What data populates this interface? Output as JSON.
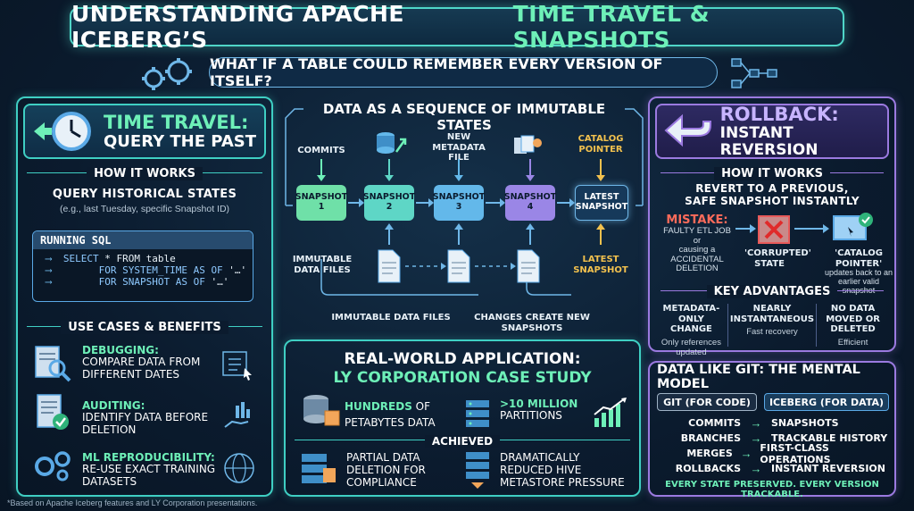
{
  "title": {
    "part1": "UNDERSTANDING APACHE ICEBERG’S",
    "part2": "TIME TRAVEL & SNAPSHOTS"
  },
  "subtitle": "WHAT IF  A TABLE COULD REMEMBER EVERY VERSION OF ITSELF?",
  "time_travel": {
    "heading1": "TIME TRAVEL:",
    "heading2": "QUERY THE PAST",
    "how_it_works": "HOW IT WORKS",
    "query_title": "QUERY HISTORICAL STATES",
    "query_example": "(e.g., last Tuesday, specific Snapshot ID)",
    "code_header": "RUNNING SQL",
    "code": {
      "l1_kw": "SELECT",
      "l1_rest": " * FROM table",
      "l2_kw": "FOR SYSTEM_TIME AS OF",
      "l2_rest": " '…'",
      "l3_kw": "FOR SNAPSHOT AS OF",
      "l3_rest": " '…'"
    },
    "use_cases_title": "USE CASES & BENEFITS",
    "use_cases": [
      {
        "title": "DEBUGGING:",
        "text": "COMPARE DATA FROM DIFFERENT DATES"
      },
      {
        "title": "AUDITING:",
        "text": "IDENTIFY DATA BEFORE DELETION"
      },
      {
        "title": "ML REPRODUCIBILITY:",
        "text": "RE-USE EXACT TRAINING DATASETS"
      }
    ]
  },
  "sequence": {
    "title": "DATA AS A SEQUENCE OF IMMUTABLE STATES",
    "commits": "COMMITS",
    "new_metadata": "NEW METADATA FILE",
    "catalog_pointer": "CATALOG POINTER",
    "snapshots": [
      {
        "line1": "SNAPSHOT",
        "line2": "1",
        "color": "#6fe0a8"
      },
      {
        "line1": "SNAPSHOT",
        "line2": "2",
        "color": "#5ed6c6"
      },
      {
        "line1": "SNAPSHOT",
        "line2": "3",
        "color": "#63b8ea"
      },
      {
        "line1": "SNAPSHOT",
        "line2": "4",
        "color": "#9a86e6"
      }
    ],
    "latest_box": "LATEST SNAPSHOT",
    "immutable_files": "IMMUTABLE DATA FILES",
    "latest_snapshot": "LATEST SNAPSHOT",
    "bottom_left": "IMMUTABLE DATA FILES",
    "bottom_right": "CHANGES CREATE NEW SNAPSHOTS"
  },
  "rollback": {
    "heading1": "ROLLBACK:",
    "heading2": "INSTANT REVERSION",
    "how_it_works": "HOW IT WORKS",
    "revert": "REVERT TO A PREVIOUS, SAFE SNAPSHOT INSTANTLY",
    "mistake_title": "MISTAKE:",
    "mistake_l1": "FAULTY ETL JOB",
    "mistake_l2": "or",
    "mistake_l3": "causing a",
    "mistake_l4": "ACCIDENTAL DELETION",
    "corrupted": "'CORRUPTED' STATE",
    "catalog_title": "'CATALOG POINTER'",
    "catalog_text": "updates back to an earlier valid snapshot",
    "advantages_title": "KEY ADVANTAGES",
    "advantages": [
      {
        "title": "METADATA-ONLY CHANGE",
        "text": "Only references updated"
      },
      {
        "title": "NEARLY INSTANTANEOUS",
        "text": "Fast recovery"
      },
      {
        "title": "NO DATA MOVED OR DELETED",
        "text": "Efficient"
      }
    ]
  },
  "real_world": {
    "title1": "REAL-WORLD APPLICATION:",
    "title2": "LY CORPORATION CASE STUDY",
    "stat1_hl": "HUNDREDS",
    "stat1_rest": " OF PETABYTES DATA",
    "stat2_hl": ">10 MILLION",
    "stat2_rest": "PARTITIONS",
    "achieved": "ACHIEVED",
    "ach1": "PARTIAL DATA DELETION FOR COMPLIANCE",
    "ach2": "DRAMATICALLY REDUCED HIVE METASTORE PRESSURE"
  },
  "git": {
    "title": "DATA LIKE GIT: THE MENTAL MODEL",
    "col1": "GIT (FOR CODE)",
    "col2": "ICEBERG (FOR DATA)",
    "rows": [
      {
        "left": "COMMITS",
        "right": "SNAPSHOTS"
      },
      {
        "left": "BRANCHES",
        "right": "TRACKABLE HISTORY"
      },
      {
        "left": "MERGES",
        "right": "FIRST-CLASS OPERATIONS"
      },
      {
        "left": "ROLLBACKS",
        "right": "INSTANT REVERSION"
      }
    ],
    "footer": "EVERY STATE PRESERVED. EVERY VERSION TRACKABLE."
  },
  "footnote": "*Based on Apache Iceberg features and LY Corporation presentations.",
  "colors": {
    "teal": "#3fcfc3",
    "green": "#6ef0b8",
    "purple": "#9b7ae0",
    "blue": "#5aa9e6",
    "orange": "#f2a65a",
    "red": "#e85a5a"
  }
}
